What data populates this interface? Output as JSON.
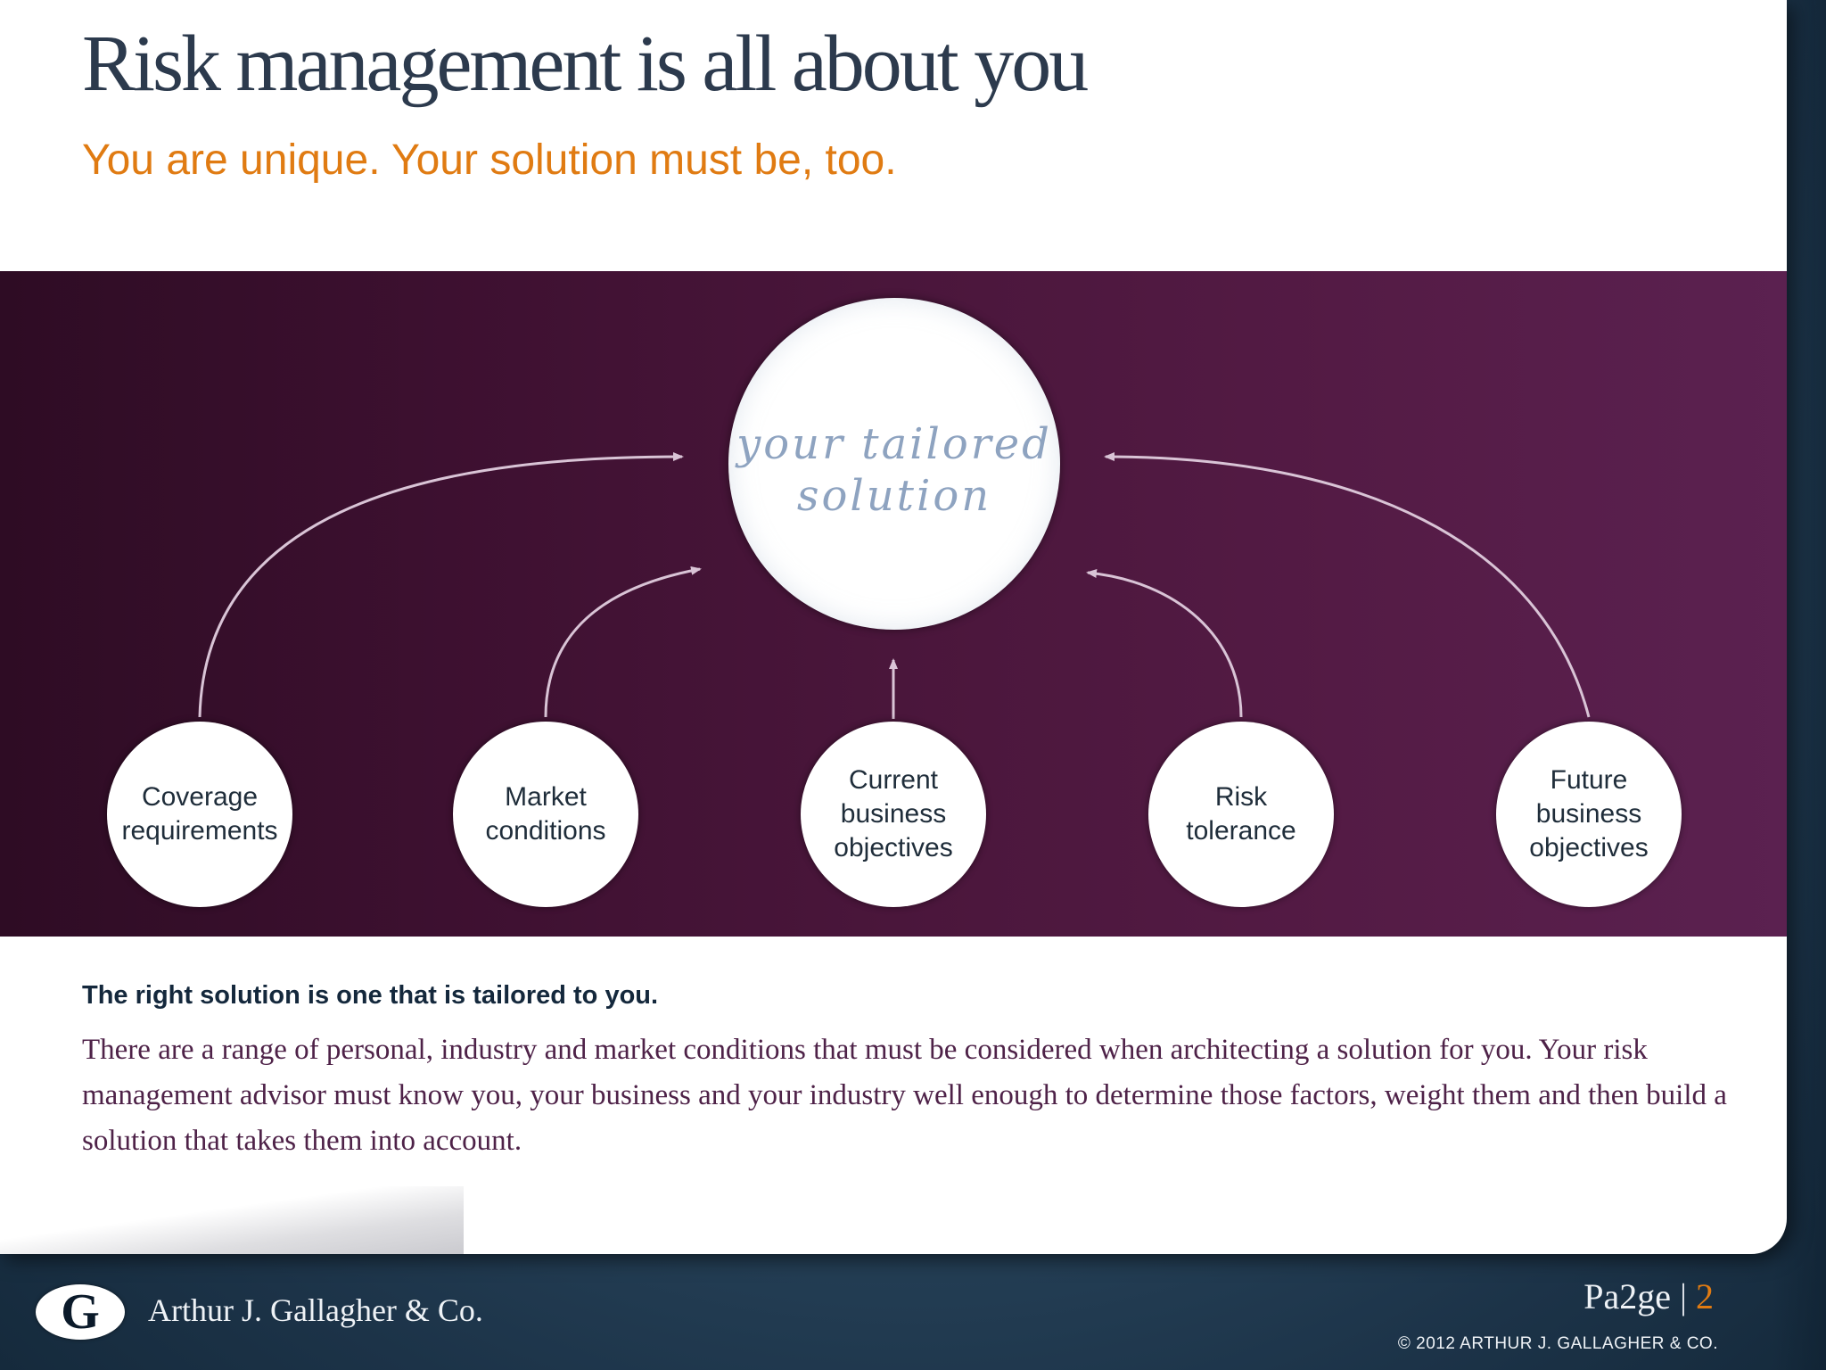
{
  "header": {
    "title": "Risk management is all about you",
    "subtitle": "You are unique. Your solution must be, too."
  },
  "diagram": {
    "center_line1": "your tailored",
    "center_line2": "solution",
    "factors": [
      {
        "line1": "Coverage",
        "line2": "requirements",
        "line3": ""
      },
      {
        "line1": "Market",
        "line2": "conditions",
        "line3": ""
      },
      {
        "line1": "Current",
        "line2": "business",
        "line3": "objectives"
      },
      {
        "line1": "Risk",
        "line2": "tolerance",
        "line3": ""
      },
      {
        "line1": "Future",
        "line2": "business",
        "line3": "objectives"
      }
    ]
  },
  "content": {
    "heading": "The right solution is one that is tailored to you.",
    "body": "There are a range of personal, industry and market conditions that must be considered when architecting a solution for you. Your risk management advisor must know you, your business and your industry well enough to determine those factors, weight them and then build a solution that takes them into account."
  },
  "footer": {
    "logo_letter": "G",
    "company": "Arthur J. Gallagher & Co.",
    "page_label": "Pa2ge",
    "page_separator": "|",
    "page_number": "2",
    "copyright": "© 2012  ARTHUR J. GALLAGHER & CO."
  },
  "colors": {
    "title": "#2c3a4d",
    "accent": "#e07b12",
    "band_start": "#2e0c24",
    "band_end": "#5b2150",
    "body_text": "#4e2248",
    "frame": "#2c4a62"
  }
}
